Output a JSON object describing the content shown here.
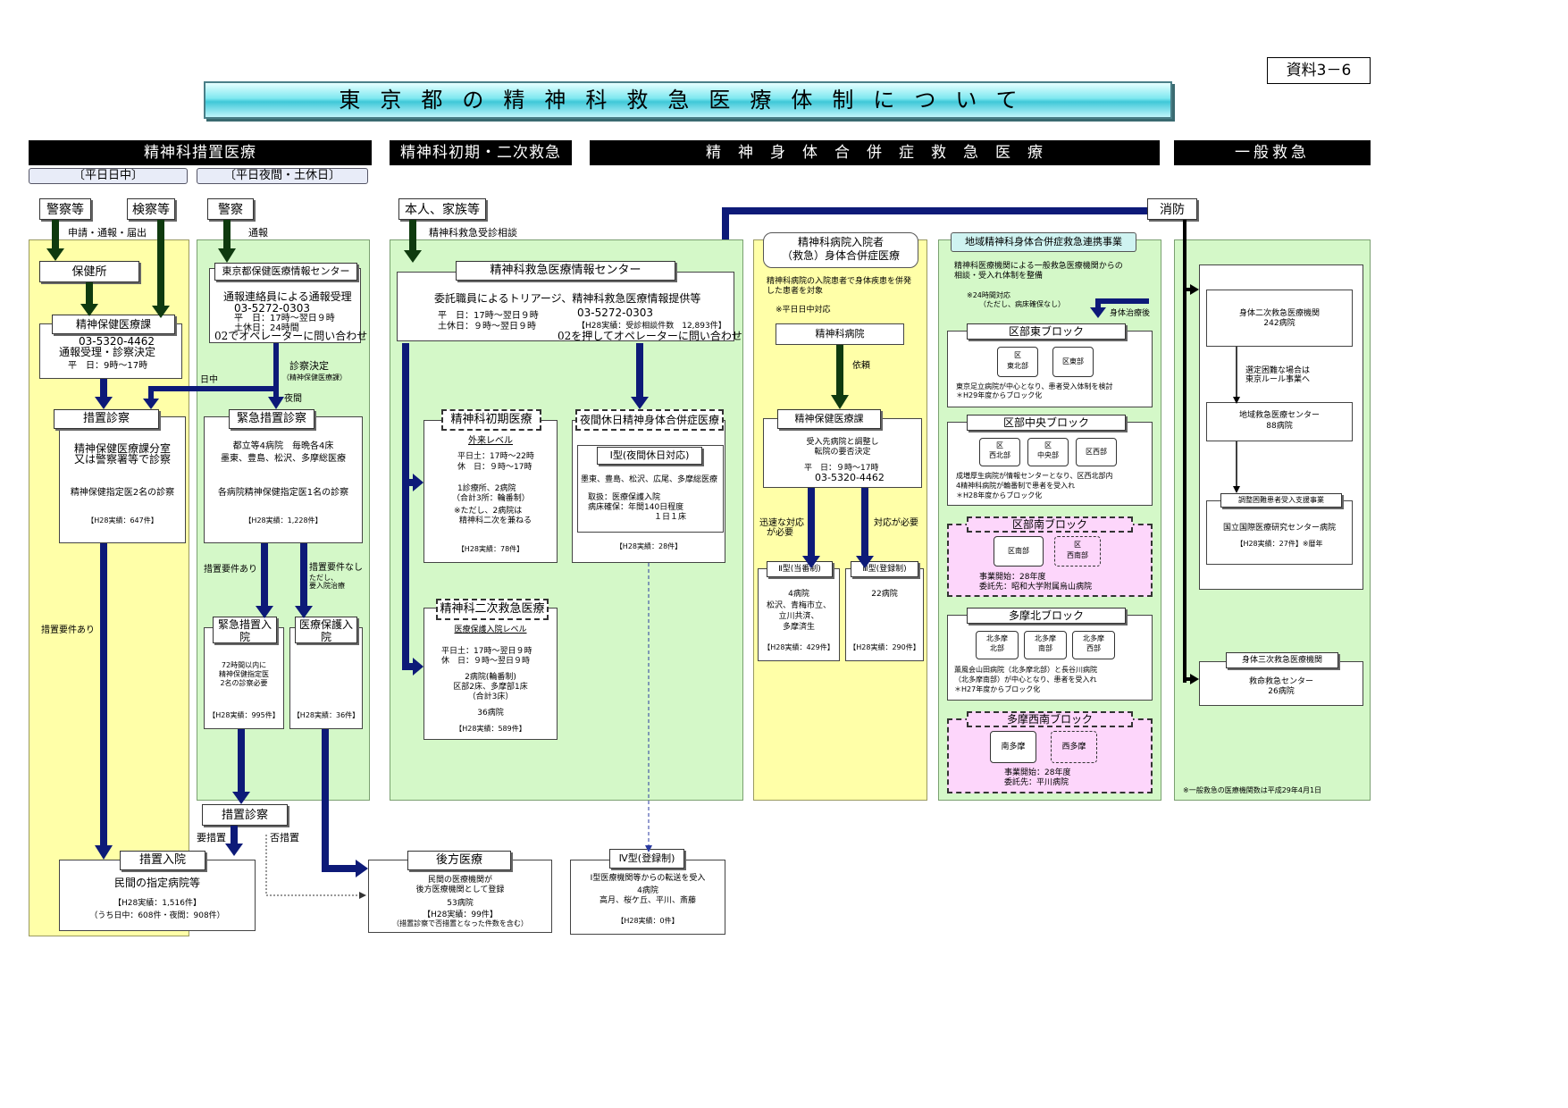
{
  "doc_label": "資料3－6",
  "title": "東京都の精神科救急医療体制について",
  "sections": {
    "s1": "精神科措置医療",
    "s2": "精神科初期・二次救急",
    "s3": "精　神　身　体　合　併　症　救　急　医　療",
    "s4": "一般救急"
  },
  "subheads": {
    "day": "〔平日日中〕",
    "night": "〔平日夜間・土休日〕"
  },
  "starts": {
    "police_etc": "警察等",
    "prosecutor": "検察等",
    "police": "警察",
    "self_family": "本人、家族等",
    "fire": "消防"
  },
  "arrow_labels": {
    "apply": "申請・通報・届出",
    "report": "通報",
    "consult": "精神科救急受診相談",
    "daytime": "日中",
    "nighttime": "夜間",
    "decide": "診察決定",
    "decide_sub": "（精神保健医療課）",
    "req_yes": "措置要件あり",
    "req_no": "措置要件なし",
    "req_no2": "ただし、",
    "req_no3": "要入院治療",
    "req_yes_left": "措置要件あり",
    "need_measure": "要措置",
    "no_measure": "否措置",
    "urgent_need": "迅速な対応",
    "urgent_need2": "が必要",
    "need_resp": "対応が必要",
    "request": "依頼",
    "body_after": "身体治療後",
    "difficult": "選定困難な場合は",
    "tokyo_rule": "東京ルール事業へ"
  },
  "hokenjo": "保健所",
  "seishin_hoken": {
    "title": "精神保健医療課",
    "tel": "03-5320-4462",
    "l1": "通報受理・診察決定",
    "l2": "平　日：9時～17時"
  },
  "center1": {
    "title": "東京都保健医療情報センター",
    "l1": "通報連絡員による通報受理",
    "tel": "03-5272-0303",
    "l2": "平　日：17時～翌日９時",
    "l3": "土休日：24時間",
    "l4": "02でオペレーターに問い合わせ"
  },
  "sochi_shinsatsu": {
    "title": "措置診察",
    "l1": "精神保健医療課分室",
    "l2": "又は警察署等で診察",
    "l3": "精神保健指定医2名の診察",
    "l4": "【H28実績：647件】"
  },
  "kinkyu_sochi": {
    "title": "緊急措置診察",
    "l1": "都立等4病院　毎晩各4床",
    "l2": "墨東、豊島、松沢、多摩総医療",
    "l3": "各病院精神保健指定医1名の診察",
    "l4": "【H28実績：1,228件】"
  },
  "kinkyu_nyuin": {
    "title": "緊急措置入院",
    "l1": "72時間以内に",
    "l2": "精神保健指定医",
    "l3": "2名の診察必要",
    "l4": "【H28実績：995件】"
  },
  "iryo_hogo": {
    "title": "医療保護入院",
    "l1": "【H28実績：36件】"
  },
  "sochi_shinsatsu2": {
    "title": "措置診察"
  },
  "sochi_nyuin": {
    "title": "措置入院",
    "l1": "民間の指定病院等",
    "l2": "【H28実績：1,516件】",
    "l3": "（うち日中：608件・夜間：908件）"
  },
  "kyukyu_center": {
    "title": "精神科救急医療情報センター",
    "l1": "委託職員によるトリアージ、精神科救急医療情報提供等",
    "l2": "平　日：17時～翌日９時",
    "tel": "03-5272-0303",
    "l3": "土休日：９時～翌日９時",
    "l4": "【H28実績：受診相談件数　12,893件】",
    "l5": "02を押してオペレーターに問い合わせ"
  },
  "shoki": {
    "title": "精神科初期医療",
    "l1": "外来レベル",
    "l2": "平日土：17時～22時",
    "l3": "休　日：９時～17時",
    "l4": "1診療所、2病院",
    "l5": "（合計3所：輪番制）",
    "l6": "※ただし、2病院は",
    "l7": "精神科二次を兼ねる",
    "l8": "【H28実績：78件】"
  },
  "niji": {
    "title": "精神科二次救急医療",
    "l1": "医療保護入院レベル",
    "l2": "平日土：17時～翌日９時",
    "l3": "休　日：９時～翌日９時",
    "l4": "2病院(輪番制)",
    "l5": "区部2床、多摩部1床",
    "l6": "（合計3床）",
    "l7": "36病院",
    "l8": "【H28実績：589件】"
  },
  "yakan": {
    "title": "夜間休日精神身体合併症医療",
    "sub": "Ⅰ型(夜間休日対応)",
    "l1": "墨東、豊島、松沢、広尾、多摩総医療",
    "l2": "取扱：医療保護入院",
    "l3": "病床確保：年間140日程度",
    "l4": "１日１床",
    "l5": "【H28実績：28件】"
  },
  "type4": {
    "title": "Ⅳ型(登録制)",
    "l1": "Ⅰ型医療機関等からの転送を受入",
    "l2": "4病院",
    "l3": "高月、桜ケ丘、平川、斎藤",
    "l4": "【H28実績：0件】"
  },
  "koho": {
    "title": "後方医療",
    "l1": "民間の医療機関が",
    "l2": "後方医療機関として登録",
    "l3": "53病院",
    "l4": "【H28実績：99件】",
    "l5": "（措置診察で否措置となった件数を含む）"
  },
  "nyuin_gappei": {
    "title1": "精神科病院入院者",
    "title2": "（救急）身体合併症医療",
    "l1": "精神科病院の入院患者で身体疾患を併発",
    "l2": "した患者を対象",
    "l3": "※平日日中対応",
    "hosp": "精神科病院",
    "sec": "精神保健医療課",
    "s1": "受入先病院と調整し",
    "s2": "転院の要否決定",
    "s3": "平　日：９時～17時",
    "tel": "03-5320-4462"
  },
  "type2": {
    "title": "Ⅱ型(当番制)",
    "l1": "4病院",
    "l2": "松沢、青梅市立、",
    "l3": "立川共済、",
    "l4": "多摩済生",
    "l5": "【H28実績：429件】"
  },
  "type3": {
    "title": "Ⅲ型(登録制)",
    "l1": "22病院",
    "l2": "【H28実績：290件】"
  },
  "chiiki": {
    "title": "地域精神科身体合併症救急連携事業",
    "l1": "精神科医療機関による一般救急医療機関からの",
    "l2": "相談・受入れ体制を整備",
    "l3": "※24時間対応",
    "l4": "（ただし、病床確保なし）"
  },
  "blocks": {
    "east": {
      "title": "区部東ブロック",
      "a1": "区",
      "a2": "東北部",
      "b": "区東部",
      "n1": "東京足立病院が中心となり、患者受入体制を検討",
      "n2": "＊H29年度からブロック化"
    },
    "central": {
      "title": "区部中央ブロック",
      "a1": "区",
      "a2": "西北部",
      "b1": "区",
      "b2": "中央部",
      "c": "区西部",
      "n1": "成増厚生病院が情報センターとなり、区西北部内",
      "n2": "4精神科病院が輪番制で患者を受入れ",
      "n3": "＊H28年度からブロック化"
    },
    "south": {
      "title": "区部南ブロック",
      "a": "区南部",
      "b1": "区",
      "b2": "西南部",
      "n1": "事業開始：28年度",
      "n2": "委託先：昭和大学附属烏山病院"
    },
    "tamanorth": {
      "title": "多摩北ブロック",
      "a1": "北多摩",
      "a2": "北部",
      "b1": "北多摩",
      "b2": "南部",
      "c1": "北多摩",
      "c2": "西部",
      "n1": "薫風会山田病院（北多摩北部）と長谷川病院",
      "n2": "（北多摩南部）が中心となり、患者を受入れ",
      "n3": "＊H27年度からブロック化"
    },
    "tamasw": {
      "title": "多摩西南ブロック",
      "a": "南多摩",
      "b": "西多摩",
      "n1": "事業開始：28年度",
      "n2": "委託先：平川病院"
    }
  },
  "general": {
    "g1a": "身体二次救急医療機関",
    "g1b": "242病院",
    "g2a": "地域救急医療センター",
    "g2b": "88病院",
    "g3": "調整困難患者受入支援事業",
    "g3a": "国立国際医療研究センター病院",
    "g3b": "【H28実績：27件】※暦年",
    "g4": "身体三次救急医療機関",
    "g4a": "救命救急センター",
    "g4b": "26病院",
    "note": "※一般救急の医療機関数は平成29年4月1日"
  }
}
